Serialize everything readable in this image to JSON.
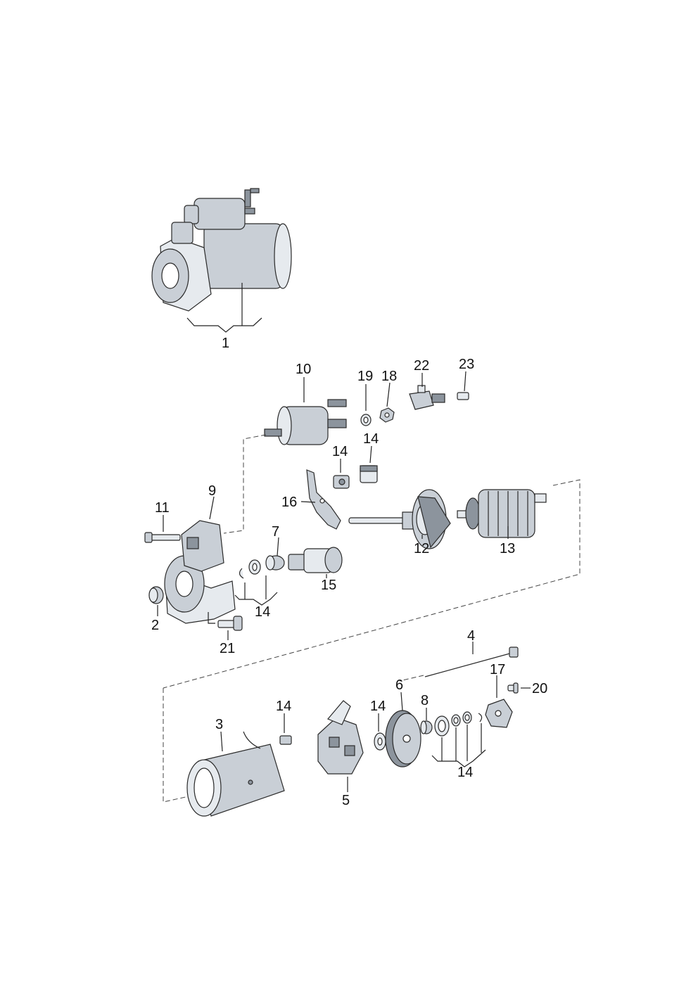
{
  "diagram": {
    "callouts": {
      "c1": "1",
      "c2": "2",
      "c3": "3",
      "c4": "4",
      "c5": "5",
      "c6": "6",
      "c7": "7",
      "c8": "8",
      "c9": "9",
      "c10": "10",
      "c11": "11",
      "c12": "12",
      "c13": "13",
      "c14a": "14",
      "c14b": "14",
      "c14c": "14",
      "c14d": "14",
      "c14e": "14",
      "c14f": "14",
      "c15": "15",
      "c16": "16",
      "c17": "17",
      "c18": "18",
      "c19": "19",
      "c20": "20",
      "c21": "21",
      "c22": "22",
      "c23": "23"
    }
  }
}
